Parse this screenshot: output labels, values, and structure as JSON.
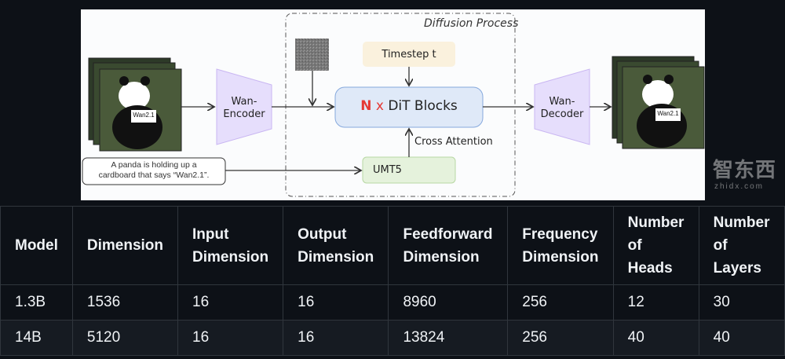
{
  "diagram": {
    "diffusion_label": "Diffusion Process",
    "timestep": "Timestep t",
    "dit_n": "N",
    "dit_x": "x",
    "dit_label": "DiT Blocks",
    "cross_attention": "Cross Attention",
    "umt5": "UMT5",
    "encoder": [
      "Wan-",
      "Encoder"
    ],
    "decoder": [
      "Wan-",
      "Decoder"
    ],
    "prompt": [
      "A panda is holding up a",
      "cardboard that says “Wan2.1”."
    ],
    "sign_text": "Wan2.1"
  },
  "table": {
    "headers": [
      [
        "Model"
      ],
      [
        "Dimension"
      ],
      [
        "Input",
        "Dimension"
      ],
      [
        "Output",
        "Dimension"
      ],
      [
        "Feedforward",
        "Dimension"
      ],
      [
        "Frequency",
        "Dimension"
      ],
      [
        "Number",
        "of",
        "Heads"
      ],
      [
        "Number",
        "of",
        "Layers"
      ]
    ],
    "rows": [
      [
        "1.3B",
        "1536",
        "16",
        "16",
        "8960",
        "256",
        "12",
        "30"
      ],
      [
        "14B",
        "5120",
        "16",
        "16",
        "13824",
        "256",
        "40",
        "40"
      ]
    ]
  },
  "watermark": {
    "text": "智东西",
    "sub": "zhidx.com"
  }
}
